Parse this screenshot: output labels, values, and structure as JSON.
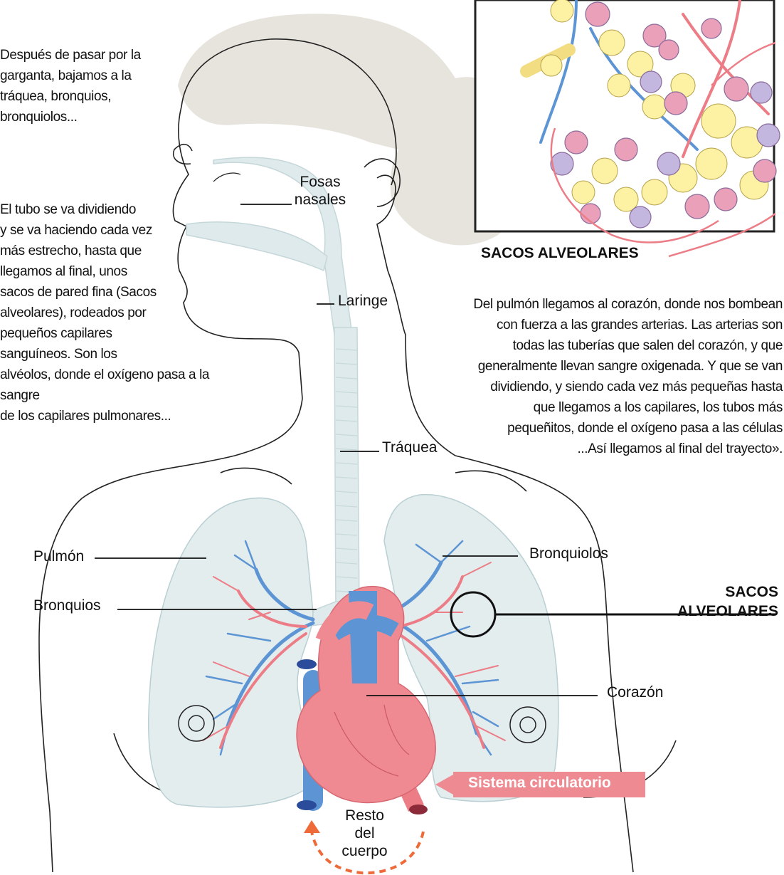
{
  "intro_text": "Después de pasar por la\ngarganta, bajamos a la\ntráquea, bronquios,\nbronquiolos...",
  "left_text": "El tubo se va dividiendo\ny se va haciendo cada vez\nmás estrecho, hasta que\nllegamos al final, unos\nsacos de pared fina (Sacos\nalveolares), rodeados por\npequeños capilares\nsanguíneos. Son los\nalvéolos, donde el oxígeno pasa a la\nsangre\nde los capilares pulmonares...",
  "right_text": "Del pulmón llegamos al corazón, donde nos bombean\ncon fuerza a las grandes arterias. Las arterias son\ntodas las tuberías que salen del corazón, y que\ngeneralmente llevan sangre oxigenada. Y que se van\ndividiendo, y siendo cada vez más pequeñas hasta\nque llegamos a los capilares, los tubos más\npequeñitos, donde el oxígeno pasa a las células\n...Así llegamos al final del trayecto».",
  "labels": {
    "fosas_nasales": "Fosas\nnasales",
    "laringe": "Laringe",
    "traquea": "Tráquea",
    "pulmon": "Pulmón",
    "bronquios": "Bronquios",
    "bronquiolos": "Bronquiolos",
    "sacos_alveolares": "SACOS\nALVEOLARES",
    "corazon": "Corazón",
    "resto_cuerpo": "Resto\ndel\ncuerpo"
  },
  "inset_title": "SACOS ALVEOLARES",
  "callout": "Sistema circulatorio",
  "colors": {
    "airway": "#dfeaec",
    "hair": "#e6e4dc",
    "artery_red": "#ec7d87",
    "vein_blue": "#5d95d4",
    "heart": "#f08a92",
    "alveoli_yellow": "#fdf1a3",
    "callout_pink": "#ee8a92",
    "arrow_orange": "#ee6a38"
  }
}
